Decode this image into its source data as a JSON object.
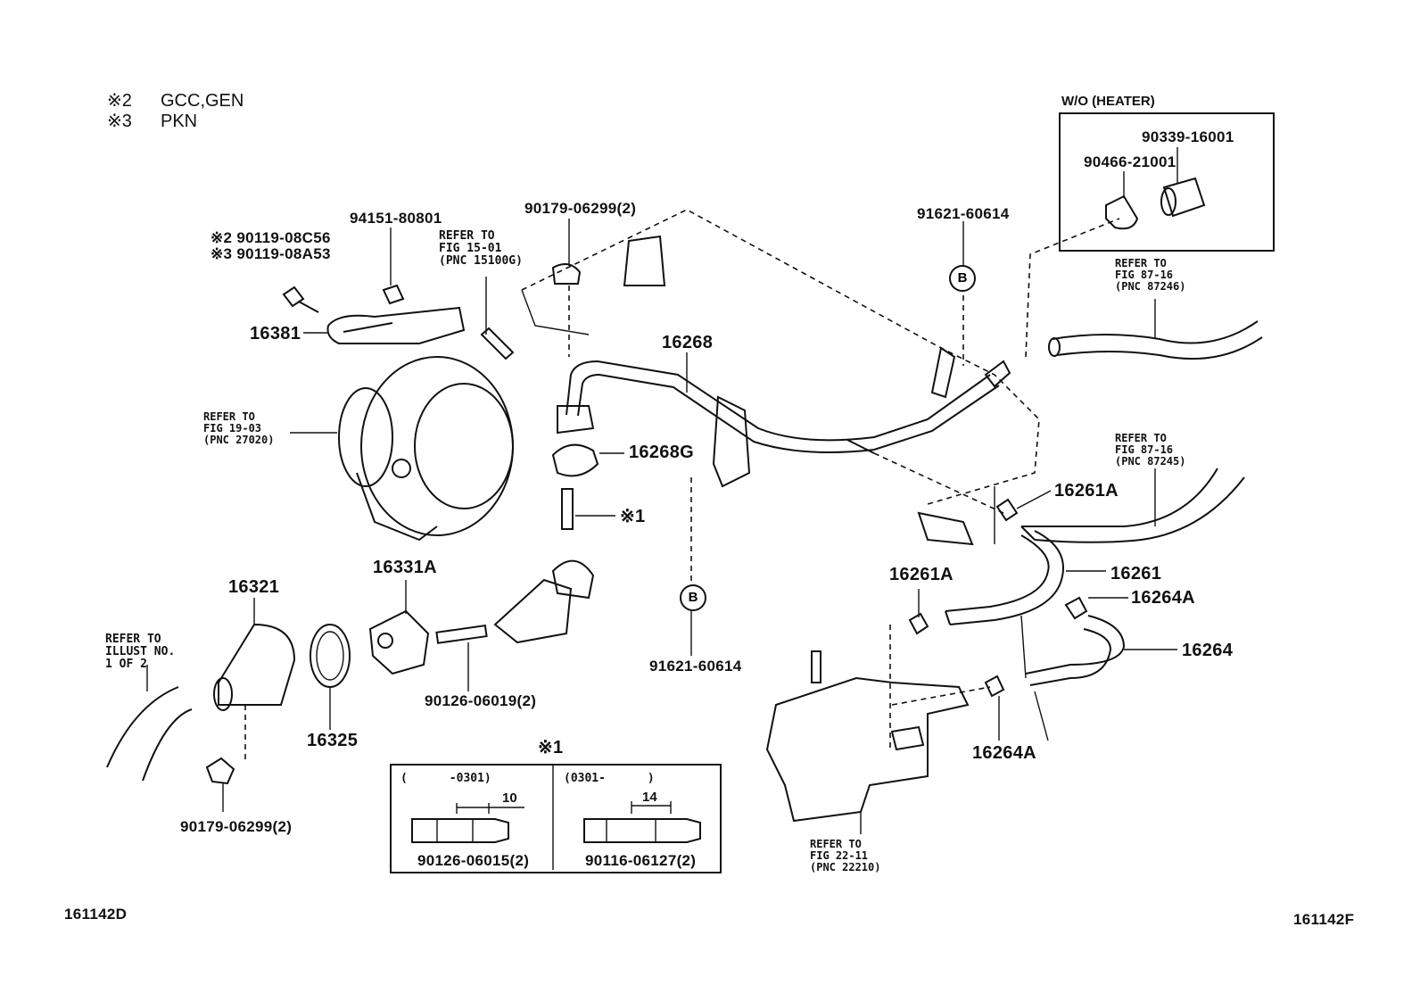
{
  "legend": [
    {
      "mark": "※2",
      "text": "GCC,GEN"
    },
    {
      "mark": "※3",
      "text": "PKN"
    }
  ],
  "inset_heater": {
    "title": "W/O (HEATER)",
    "parts": [
      "90339-16001",
      "90466-21001"
    ]
  },
  "parts": {
    "p16381": "16381",
    "p94151": "94151-80801",
    "p90119_2": "※2  90119-08C56",
    "p90119_3": "※3  90119-08A53",
    "p90179_top": "90179-06299(2)",
    "p16268": "16268",
    "p16268g": "16268G",
    "p91621_top": "91621-60614",
    "p91621_bot": "91621-60614",
    "p16261a_top": "16261A",
    "p16261a_left": "16261A",
    "p16261": "16261",
    "p16264a_right": "16264A",
    "p16264": "16264",
    "p16264a_bot": "16264A",
    "p16321": "16321",
    "p16331a": "16331A",
    "p16325": "16325",
    "p90126_top": "90126-06019(2)",
    "p90179_bot": "90179-06299(2)",
    "stud_mark": "※1"
  },
  "refs": {
    "fig15": "REFER TO\nFIG 15-01\n(PNC 15100G)",
    "fig19": "REFER TO\nFIG 19-03\n(PNC 27020)",
    "fig87a": "REFER TO\nFIG 87-16\n(PNC 87246)",
    "fig87b": "REFER TO\nFIG 87-16\n(PNC 87245)",
    "illust": "REFER TO\nILLUST NO.\n1 OF 2",
    "fig22": "REFER TO\nFIG 22-11\n(PNC 22210)"
  },
  "callout_b": "B",
  "inset_studs": {
    "title": "※1",
    "left": {
      "range": "(      -0301)",
      "dim": "10",
      "part": "90126-06015(2)"
    },
    "right": {
      "range": "(0301-      )",
      "dim": "14",
      "part": "90116-06127(2)"
    }
  },
  "codes": {
    "left": "161142D",
    "right": "161142F"
  }
}
